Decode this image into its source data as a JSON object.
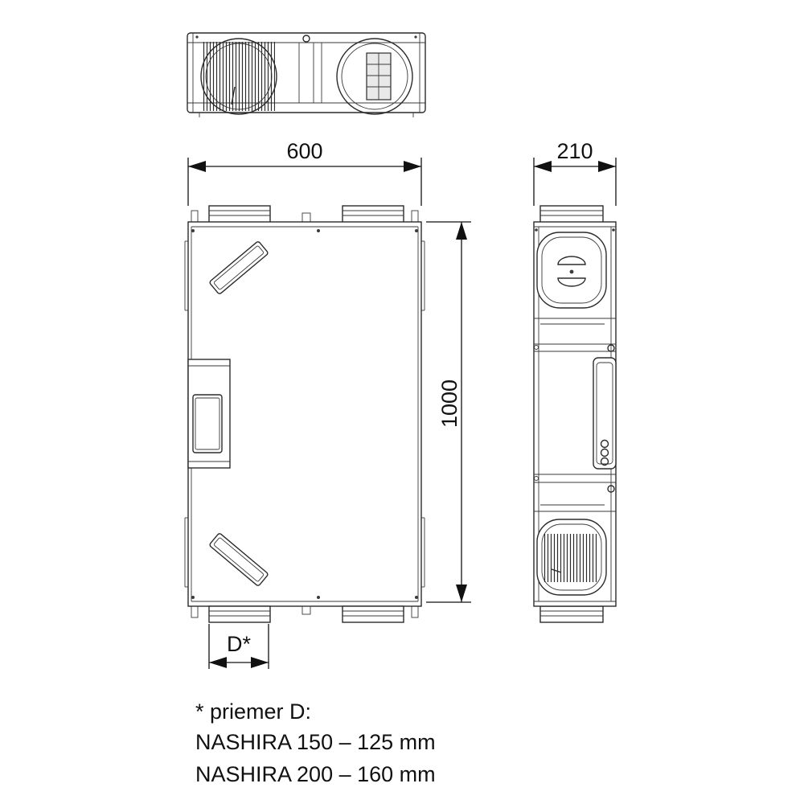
{
  "dimensions": {
    "width": "600",
    "depth": "210",
    "height": "1000",
    "duct": "D*"
  },
  "note": {
    "line1": "* priemer D:",
    "line2": "NASHIRA 150 – 125 mm",
    "line3": "NASHIRA 200 – 160 mm"
  }
}
